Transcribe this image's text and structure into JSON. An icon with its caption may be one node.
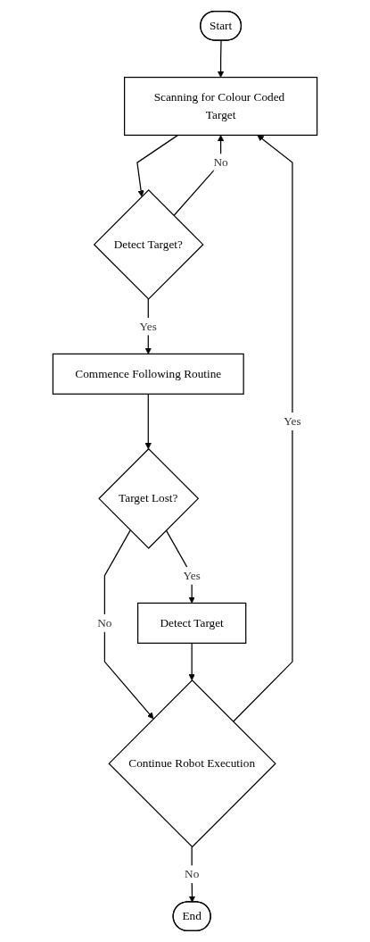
{
  "diagram": {
    "nodes": [
      {
        "text": [
          "Start"
        ]
      },
      {
        "text": [
          "Scanning for Colour Coded Target"
        ]
      },
      {
        "text": [
          "Detect Target?"
        ]
      },
      {
        "text": [
          "Commence Following Routine"
        ]
      },
      {
        "text": [
          "Target Lost?"
        ]
      },
      {
        "text": [
          "Detect Target"
        ]
      },
      {
        "text": [
          "Continue Robot Execution"
        ]
      },
      {
        "text": [
          "End"
        ]
      }
    ],
    "edges": [
      {
        "from": 0,
        "to": 1,
        "arrow": "to"
      },
      {
        "from": 1,
        "to": 2,
        "arrow": "to"
      },
      {
        "from": 2,
        "to": 1,
        "label": "No",
        "arrow": "to"
      },
      {
        "from": 2,
        "to": 3,
        "label": "Yes",
        "arrow": "to"
      },
      {
        "from": 3,
        "to": 4,
        "arrow": "to"
      },
      {
        "from": 4,
        "to": 6,
        "label": "No",
        "arrow": "to"
      },
      {
        "from": 4,
        "to": 5,
        "label": "Yes",
        "arrow": "to"
      },
      {
        "from": 5,
        "to": 6,
        "arrow": "to"
      },
      {
        "from": 6,
        "to": 1,
        "label": "Yes",
        "arrow": "to"
      },
      {
        "from": 6,
        "to": 7,
        "label": "No",
        "arrow": "to"
      }
    ]
  }
}
